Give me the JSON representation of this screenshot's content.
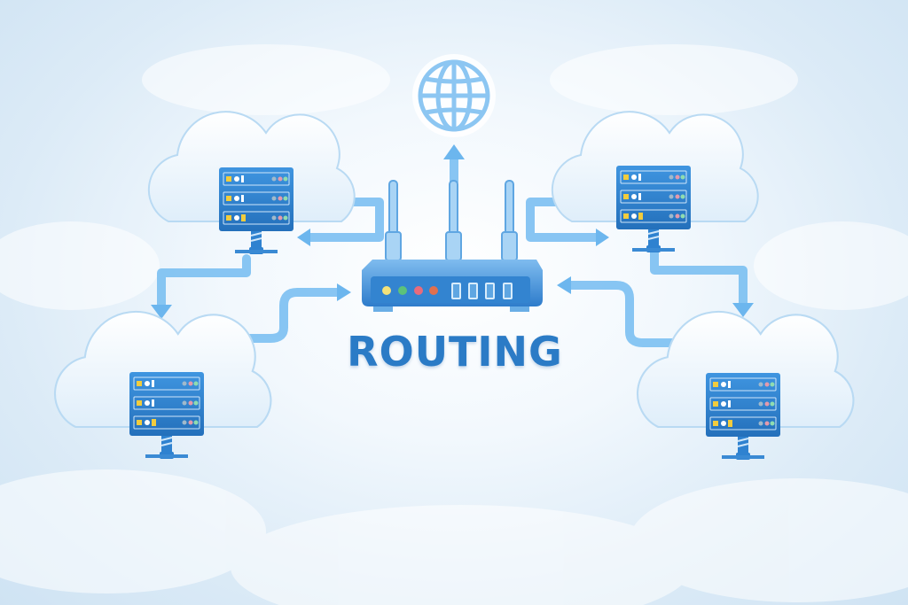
{
  "title": "ROUTING",
  "nodes": {
    "globe": {
      "label": "internet-globe"
    },
    "router": {
      "status_lights": [
        "#f4e27a",
        "#5cc27a",
        "#e86b7c",
        "#e0704f"
      ],
      "ports": 4
    },
    "servers": [
      {
        "position": "top-left"
      },
      {
        "position": "top-right"
      },
      {
        "position": "bottom-left"
      },
      {
        "position": "bottom-right"
      }
    ]
  },
  "colors": {
    "primary": "#2b7bc6",
    "arrow": "#6cb6ee",
    "cloud": "#eaf4fc",
    "server": "#2f82d0"
  }
}
